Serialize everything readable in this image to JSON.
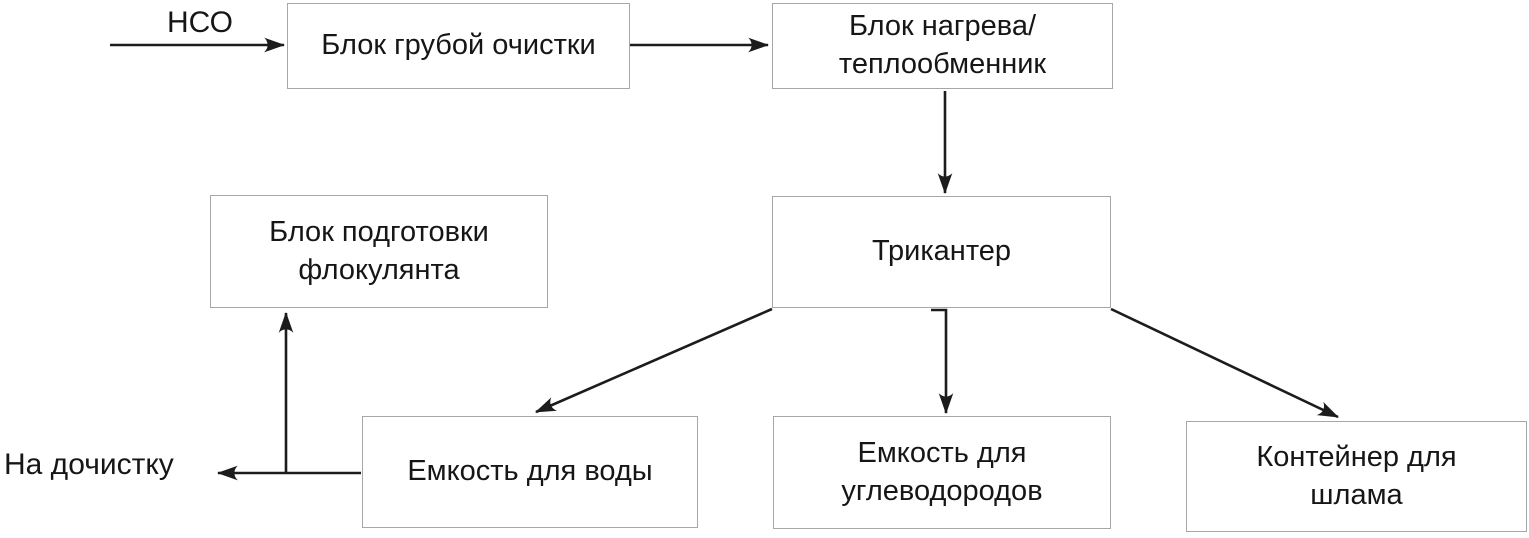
{
  "diagram": {
    "colors": {
      "line-color": "#1c1c1c",
      "box-border-color": "#a7a7a7",
      "box-bg": "#ffffff",
      "text-color": "#161616",
      "page-bg": "#ffffff"
    },
    "nodes": [
      {
        "id": "coarse-cleaning",
        "label": "Блок грубой очистки"
      },
      {
        "id": "heating-heat-exchanger",
        "label": "Блок нагрева/\nтеплообменник"
      },
      {
        "id": "tricanter",
        "label": "Трикантер"
      },
      {
        "id": "flocculant-preparation",
        "label": "Блок подготовки\nфлокулянта"
      },
      {
        "id": "water-tank",
        "label": "Емкость для воды"
      },
      {
        "id": "hydrocarbon-tank",
        "label": "Емкость для\nуглеводородов"
      },
      {
        "id": "sludge-container",
        "label": "Контейнер для\nшлама"
      }
    ],
    "flow_labels": {
      "input": "НСО",
      "output": "На дочистку"
    },
    "edges": [
      {
        "from": "input-hco",
        "to": "coarse-cleaning"
      },
      {
        "from": "coarse-cleaning",
        "to": "heating-heat-exchanger"
      },
      {
        "from": "heating-heat-exchanger",
        "to": "tricanter"
      },
      {
        "from": "tricanter",
        "to": "water-tank"
      },
      {
        "from": "tricanter",
        "to": "hydrocarbon-tank"
      },
      {
        "from": "tricanter",
        "to": "sludge-container"
      },
      {
        "from": "water-tank",
        "to": "output-na-dochistku"
      },
      {
        "from": "water-tank",
        "to": "flocculant-preparation"
      }
    ]
  }
}
